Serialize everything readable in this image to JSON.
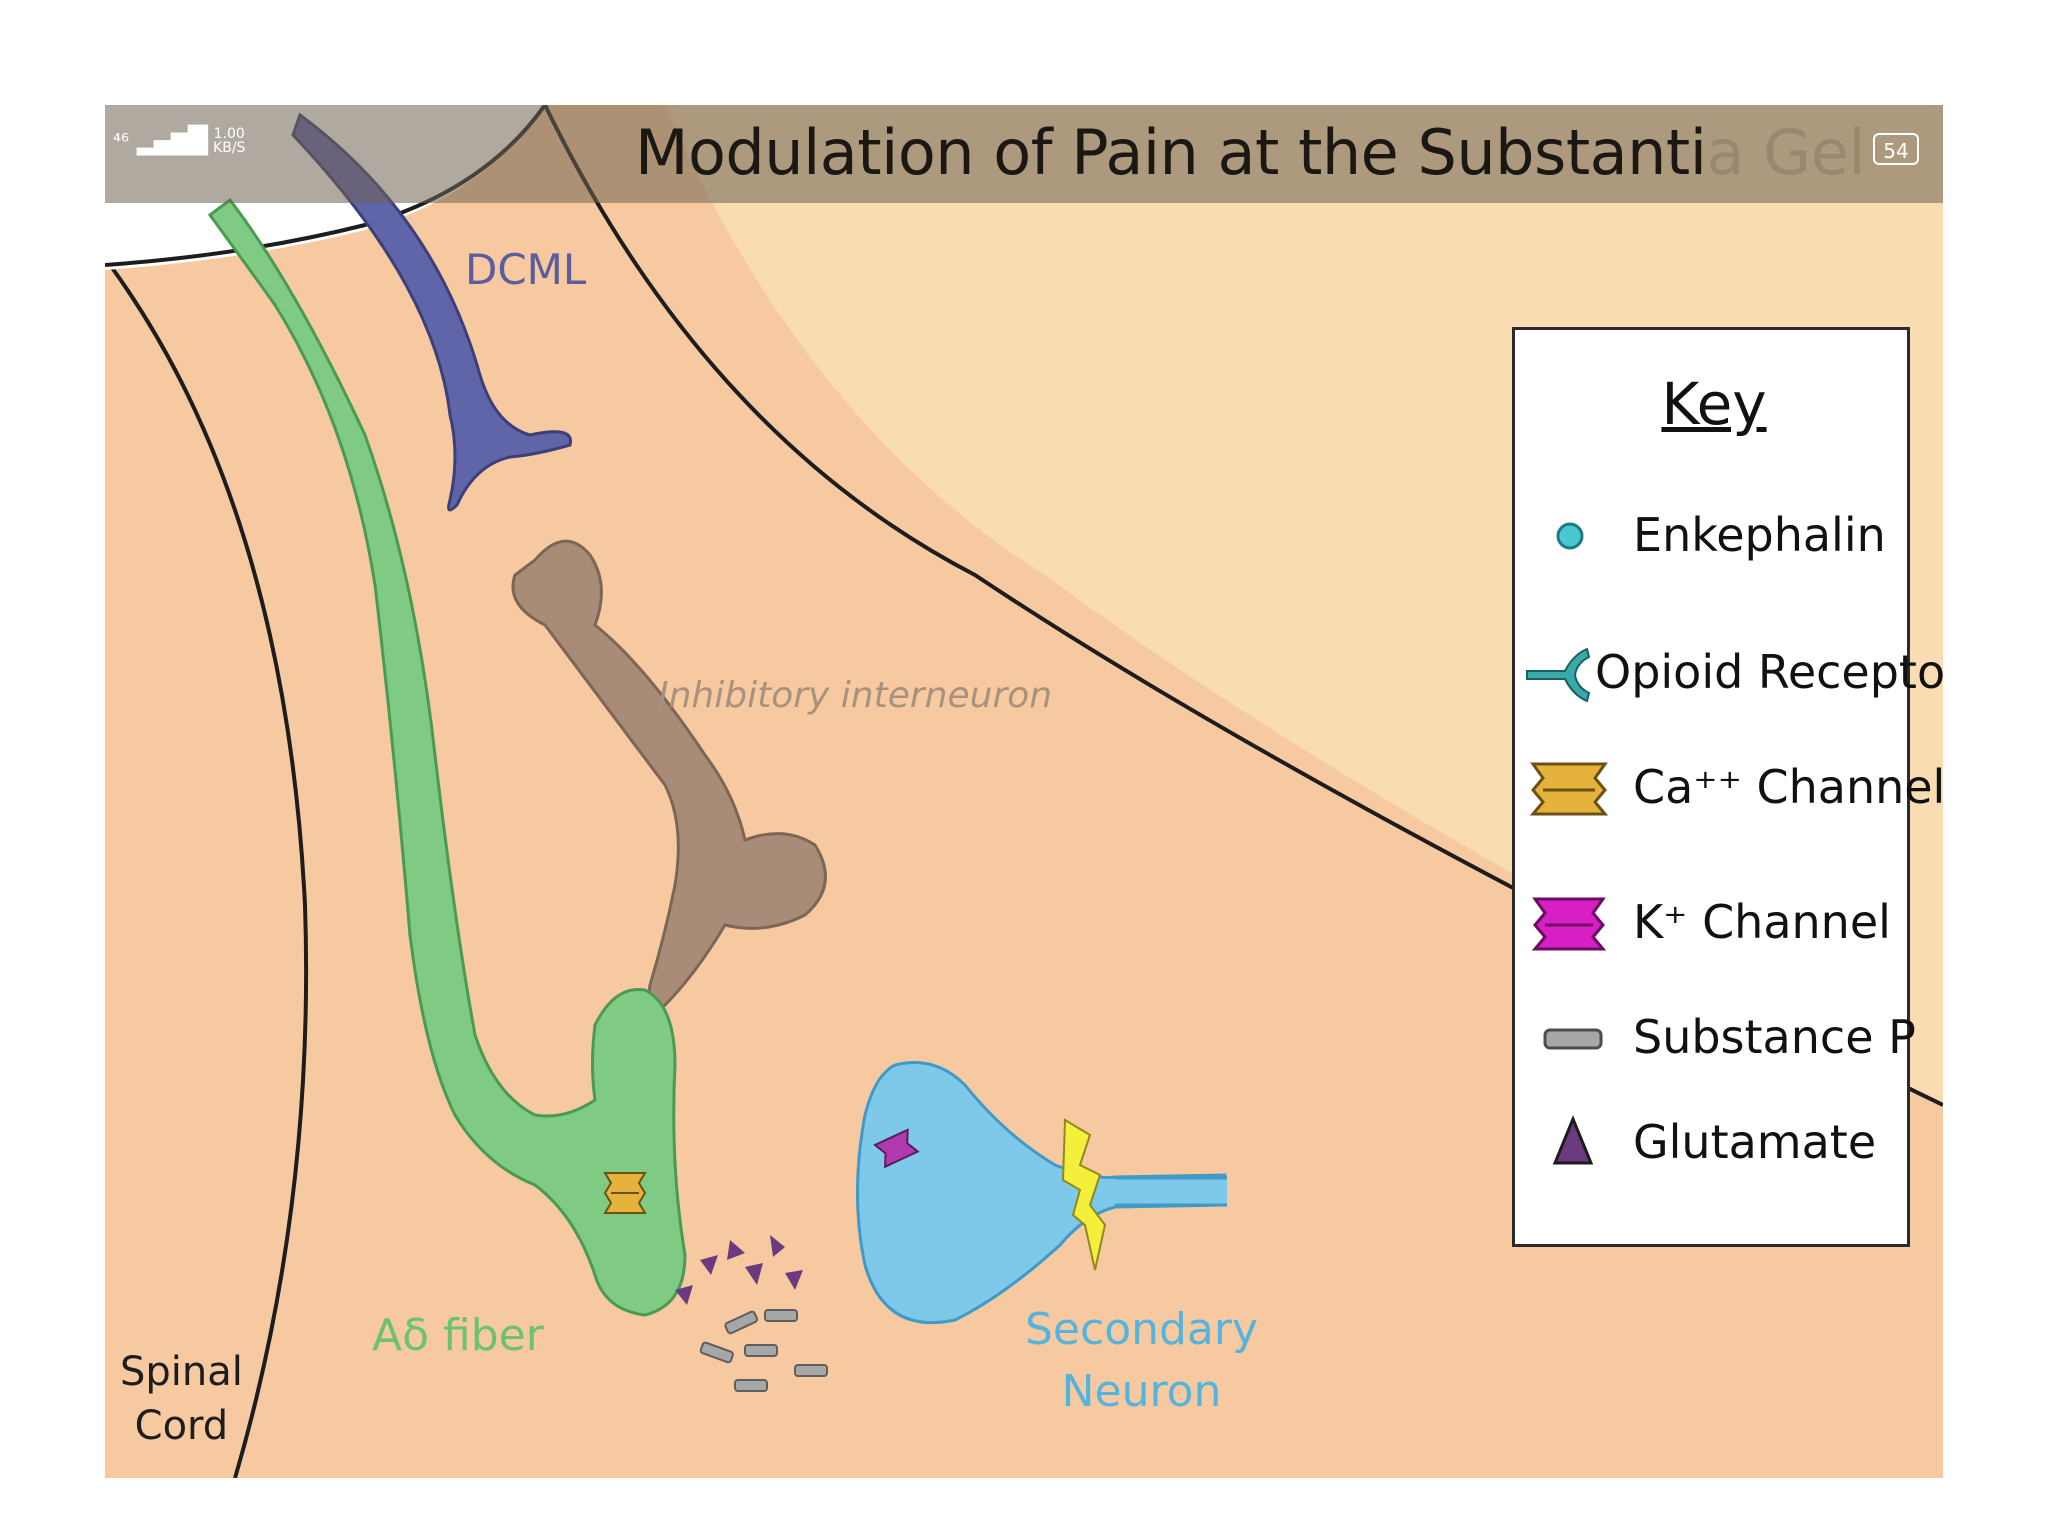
{
  "status_bar": {
    "network": "⁴⁶",
    "signal_glyph": "▂▄▆█",
    "speed": "1.00",
    "speed_unit": "KB/S",
    "battery": "54"
  },
  "title": {
    "visible": "Modulation of Pain at the Substanti",
    "faded": "a Gel"
  },
  "labels": {
    "dcml": "DCML",
    "interneuron": "Inhibitory interneuron",
    "adelta": "Aδ fiber",
    "secondary_line1": "Secondary",
    "secondary_line2": "Neuron",
    "spinal_line1": "Spinal",
    "spinal_line2": "Cord"
  },
  "key": {
    "title": "Key",
    "items": [
      {
        "icon": "enkephalin-icon",
        "label": "Enkephalin",
        "color": "#49c8d1"
      },
      {
        "icon": "opioid-receptor-icon",
        "label": "Opioid Receptor",
        "color": "#3aa9a9"
      },
      {
        "icon": "calcium-channel-icon",
        "label": "Ca⁺⁺ Channel",
        "color": "#e5b23c"
      },
      {
        "icon": "potassium-channel-icon",
        "label": "K⁺ Channel",
        "color": "#d81fc6"
      },
      {
        "icon": "substance-p-icon",
        "label": "Substance P",
        "color": "#a7a7a7"
      },
      {
        "icon": "glutamate-icon",
        "label": "Glutamate",
        "color": "#6c3a7f"
      }
    ]
  },
  "colors": {
    "background": "#f9d9ae",
    "dorsal_horn": "#f7c9a0",
    "dcml": "#6065aa",
    "interneuron": "#a88c78",
    "adelta": "#7fcb84",
    "secondary": "#7ec8ea",
    "lightning": "#f4ef3a"
  }
}
